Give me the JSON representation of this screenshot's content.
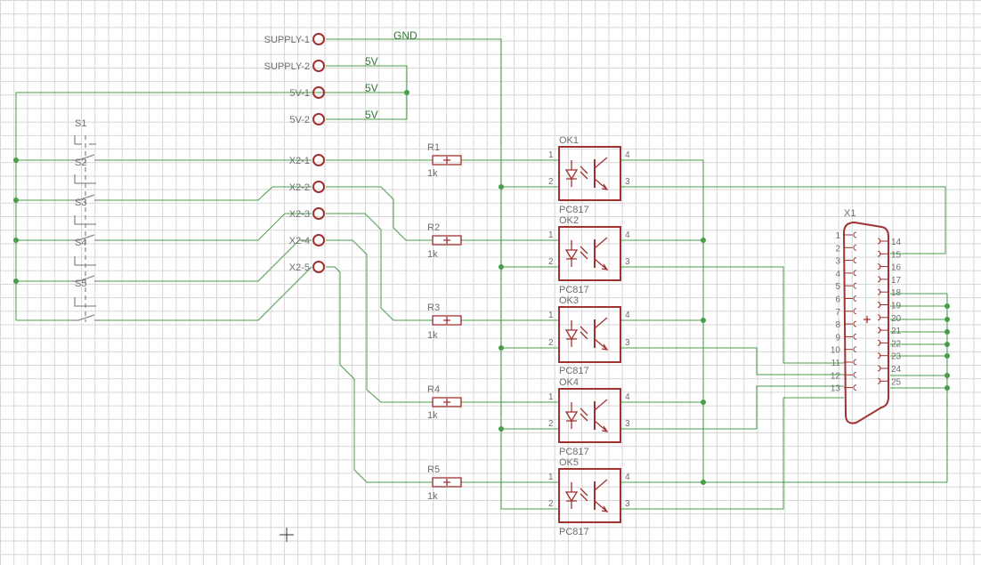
{
  "connectors": [
    {
      "label": "SUPPLY-1"
    },
    {
      "label": "SUPPLY-2"
    },
    {
      "label": "5V-1"
    },
    {
      "label": "5V-2"
    },
    {
      "label": "X2-1"
    },
    {
      "label": "X2-2"
    },
    {
      "label": "X2-3"
    },
    {
      "label": "X2-4"
    },
    {
      "label": "X2-5"
    }
  ],
  "nets": {
    "gnd": "GND",
    "v5": [
      "5V",
      "5V",
      "5V"
    ]
  },
  "switch": {
    "name": "S1",
    "contacts": [
      "S2",
      "S3",
      "S4",
      "S5"
    ]
  },
  "resistors": [
    {
      "name": "R1",
      "value": "1k"
    },
    {
      "name": "R2",
      "value": "1k"
    },
    {
      "name": "R3",
      "value": "1k"
    },
    {
      "name": "R4",
      "value": "1k"
    },
    {
      "name": "R5",
      "value": "1k"
    }
  ],
  "optocouplers": [
    {
      "name": "OK1",
      "part": "PC817",
      "pins": [
        "1",
        "2",
        "4",
        "3"
      ]
    },
    {
      "name": "OK2",
      "part": "PC817",
      "pins": [
        "1",
        "2",
        "4",
        "3"
      ]
    },
    {
      "name": "OK3",
      "part": "PC817",
      "pins": [
        "1",
        "2",
        "4",
        "3"
      ]
    },
    {
      "name": "OK4",
      "part": "PC817",
      "pins": [
        "1",
        "2",
        "4",
        "3"
      ]
    },
    {
      "name": "OK5",
      "part": "PC817",
      "pins": [
        "1",
        "2",
        "4",
        "3"
      ]
    }
  ],
  "db25": {
    "name": "X1",
    "left_pins": [
      "1",
      "2",
      "3",
      "4",
      "5",
      "6",
      "7",
      "8",
      "9",
      "10",
      "11",
      "12",
      "13"
    ],
    "right_pins": [
      "14",
      "15",
      "16",
      "17",
      "18",
      "19",
      "20",
      "21",
      "22",
      "23",
      "24",
      "25"
    ]
  },
  "colors": {
    "wire": "#4a9c4a",
    "part": "#a03232",
    "grid": "#d6d6d6"
  }
}
